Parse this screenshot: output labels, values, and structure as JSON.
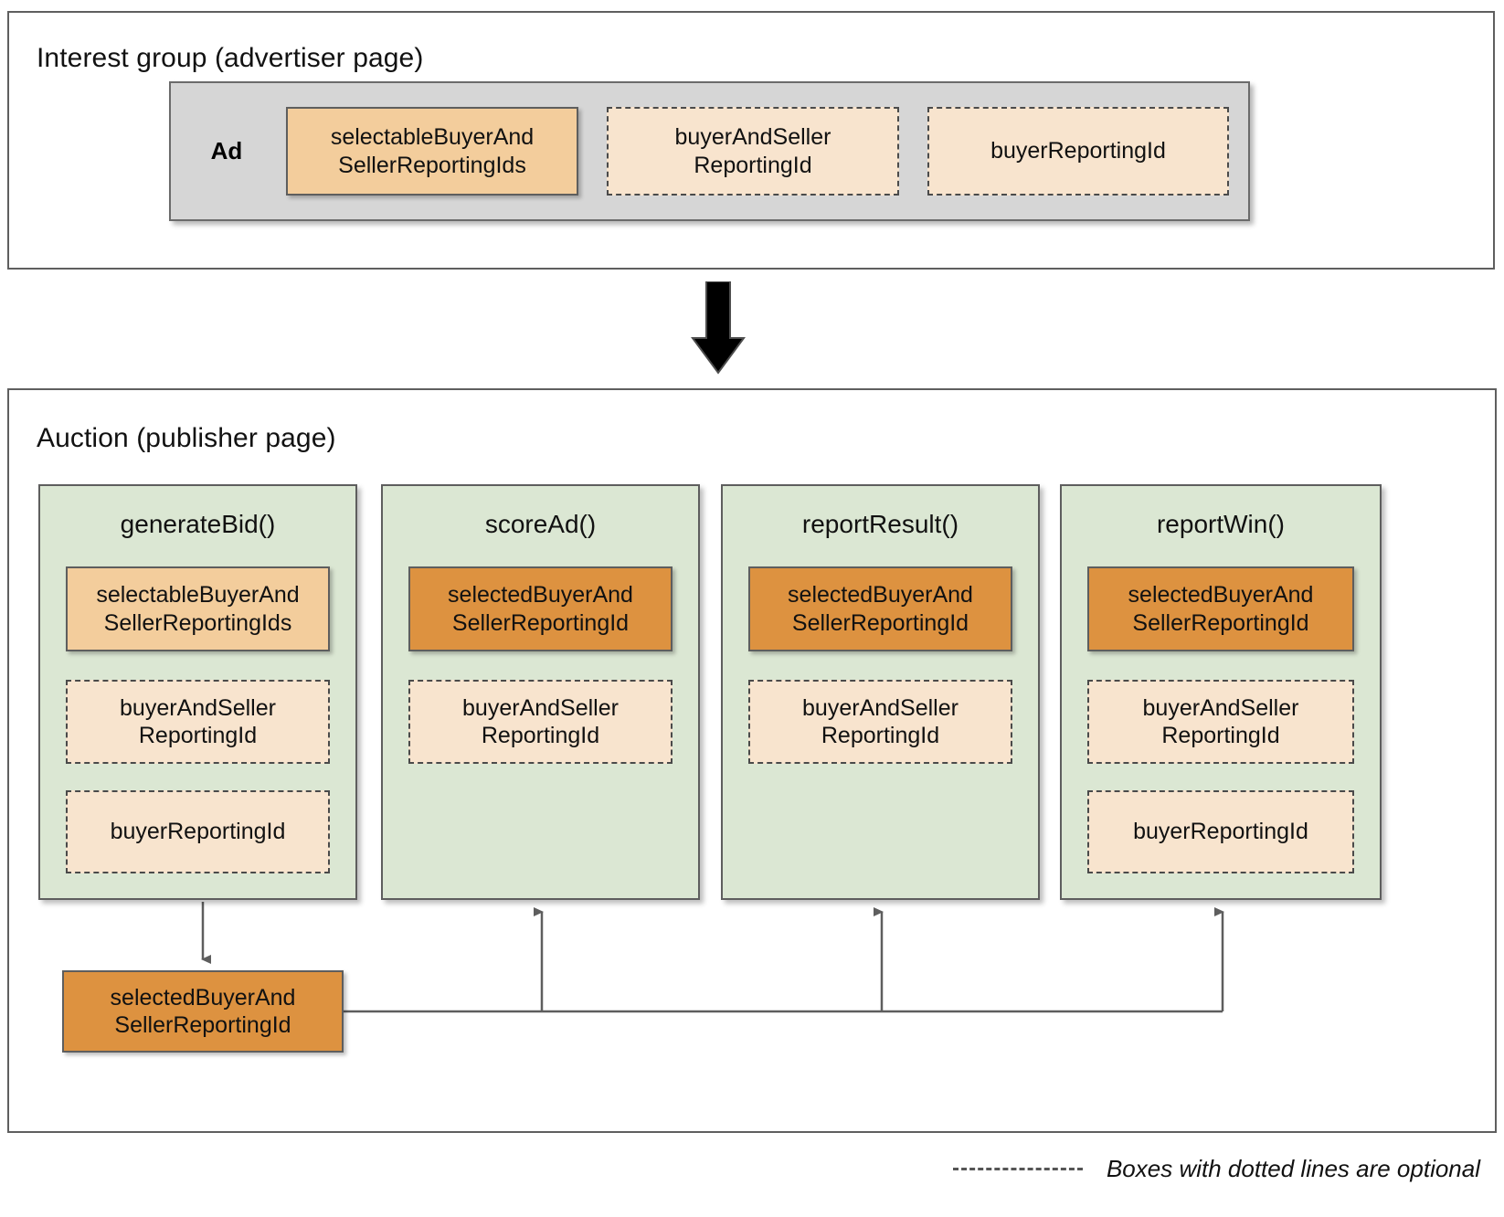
{
  "colors": {
    "panel_border": "#5f5f5f",
    "ad_container_bg": "#d6d6d6",
    "function_bg": "#dbe7d3",
    "selectable_orange": "#f3cd9c",
    "selected_orange": "#dd9240",
    "optional_cream": "#f8e4ce",
    "arrow_black": "#000000",
    "connector_gray": "#5e5e5e"
  },
  "interest_group": {
    "title": "Interest group (advertiser page)",
    "ad": {
      "label": "Ad",
      "fields": [
        {
          "name": "selectableBuyerAndSellerReportingIds",
          "text": "selectableBuyerAnd\nSellerReportingIds",
          "style": "selectable",
          "optional": false
        },
        {
          "name": "buyerAndSellerReportingId",
          "text": "buyerAndSeller\nReportingId",
          "style": "optional",
          "optional": true
        },
        {
          "name": "buyerReportingId",
          "text": "buyerReportingId",
          "style": "optional",
          "optional": true
        }
      ]
    }
  },
  "transition": {
    "icon": "down-arrow-icon"
  },
  "auction": {
    "title": "Auction (publisher page)",
    "functions": [
      {
        "name": "generateBid",
        "title": "generateBid()",
        "fields": [
          {
            "text": "selectableBuyerAnd\nSellerReportingIds",
            "style": "selectable",
            "optional": false
          },
          {
            "text": "buyerAndSeller\nReportingId",
            "style": "optional",
            "optional": true
          },
          {
            "text": "buyerReportingId",
            "style": "optional",
            "optional": true
          }
        ]
      },
      {
        "name": "scoreAd",
        "title": "scoreAd()",
        "fields": [
          {
            "text": "selectedBuyerAnd\nSellerReportingId",
            "style": "selected",
            "optional": false
          },
          {
            "text": "buyerAndSeller\nReportingId",
            "style": "optional",
            "optional": true
          }
        ]
      },
      {
        "name": "reportResult",
        "title": "reportResult()",
        "fields": [
          {
            "text": "selectedBuyerAnd\nSellerReportingId",
            "style": "selected",
            "optional": false
          },
          {
            "text": "buyerAndSeller\nReportingId",
            "style": "optional",
            "optional": true
          }
        ]
      },
      {
        "name": "reportWin",
        "title": "reportWin()",
        "fields": [
          {
            "text": "selectedBuyerAnd\nSellerReportingId",
            "style": "selected",
            "optional": false
          },
          {
            "text": "buyerAndSeller\nReportingId",
            "style": "optional",
            "optional": true
          },
          {
            "text": "buyerReportingId",
            "style": "optional",
            "optional": true
          }
        ]
      }
    ],
    "result_box": {
      "text": "selectedBuyerAnd\nSellerReportingId",
      "style": "selected"
    },
    "flows": [
      {
        "from": "generateBid",
        "to": "selectedBuyerAndSellerReportingId"
      },
      {
        "from": "selectedBuyerAndSellerReportingId",
        "to": "scoreAd"
      },
      {
        "from": "selectedBuyerAndSellerReportingId",
        "to": "reportResult"
      },
      {
        "from": "selectedBuyerAndSellerReportingId",
        "to": "reportWin"
      }
    ]
  },
  "legend": {
    "label": "Boxes with dotted lines are optional",
    "swatch": "dashed-line-swatch"
  }
}
